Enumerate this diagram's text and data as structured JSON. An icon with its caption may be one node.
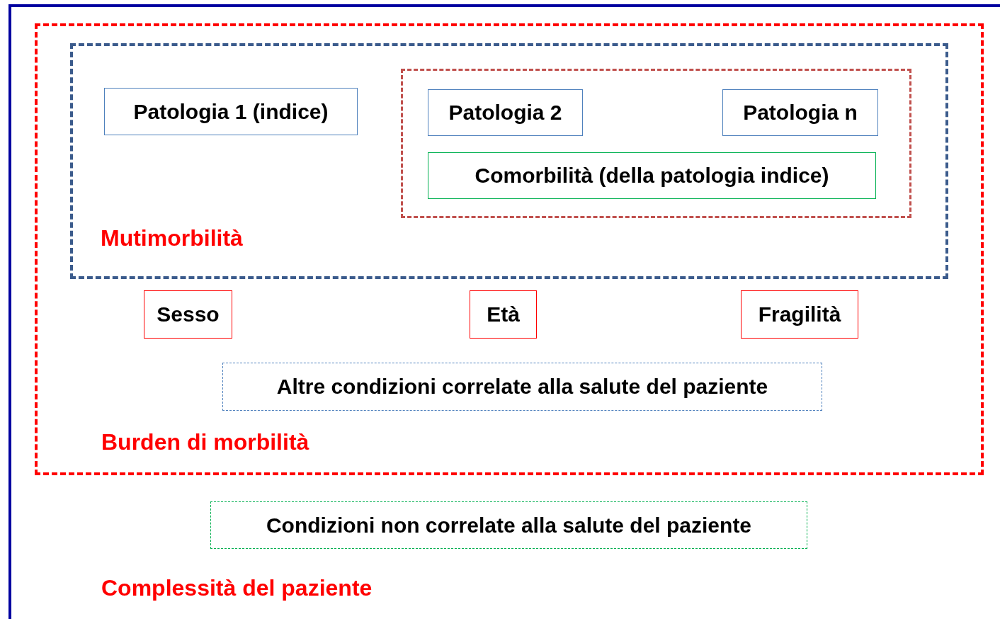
{
  "diagram": {
    "nodes": [
      {
        "text": [
          "Complessità del paziente"
        ]
      },
      {
        "text": [
          "Burden di morbilità"
        ],
        "in": 0
      },
      {
        "text": [
          "Mutimorbilità"
        ],
        "in": 1
      },
      {
        "text": [
          "Patologia 1 (indice)"
        ],
        "in": 2
      },
      {
        "text": [],
        "shape": "box",
        "in": 2
      },
      {
        "text": [
          "Patologia 2"
        ],
        "in": 4
      },
      {
        "text": [
          "Patologia n"
        ],
        "in": 4
      },
      {
        "text": [
          "Comorbilità (della patologia indice)"
        ],
        "in": 4
      },
      {
        "text": [
          "Sesso"
        ],
        "in": 1
      },
      {
        "text": [
          "Età"
        ],
        "in": 1
      },
      {
        "text": [
          "Fragilità"
        ],
        "in": 1
      },
      {
        "text": [
          "Altre condizioni correlate alla salute del paziente"
        ],
        "in": 1
      },
      {
        "text": [
          "Condizioni non correlate alla salute del paziente"
        ],
        "in": 0
      }
    ],
    "edges": []
  }
}
